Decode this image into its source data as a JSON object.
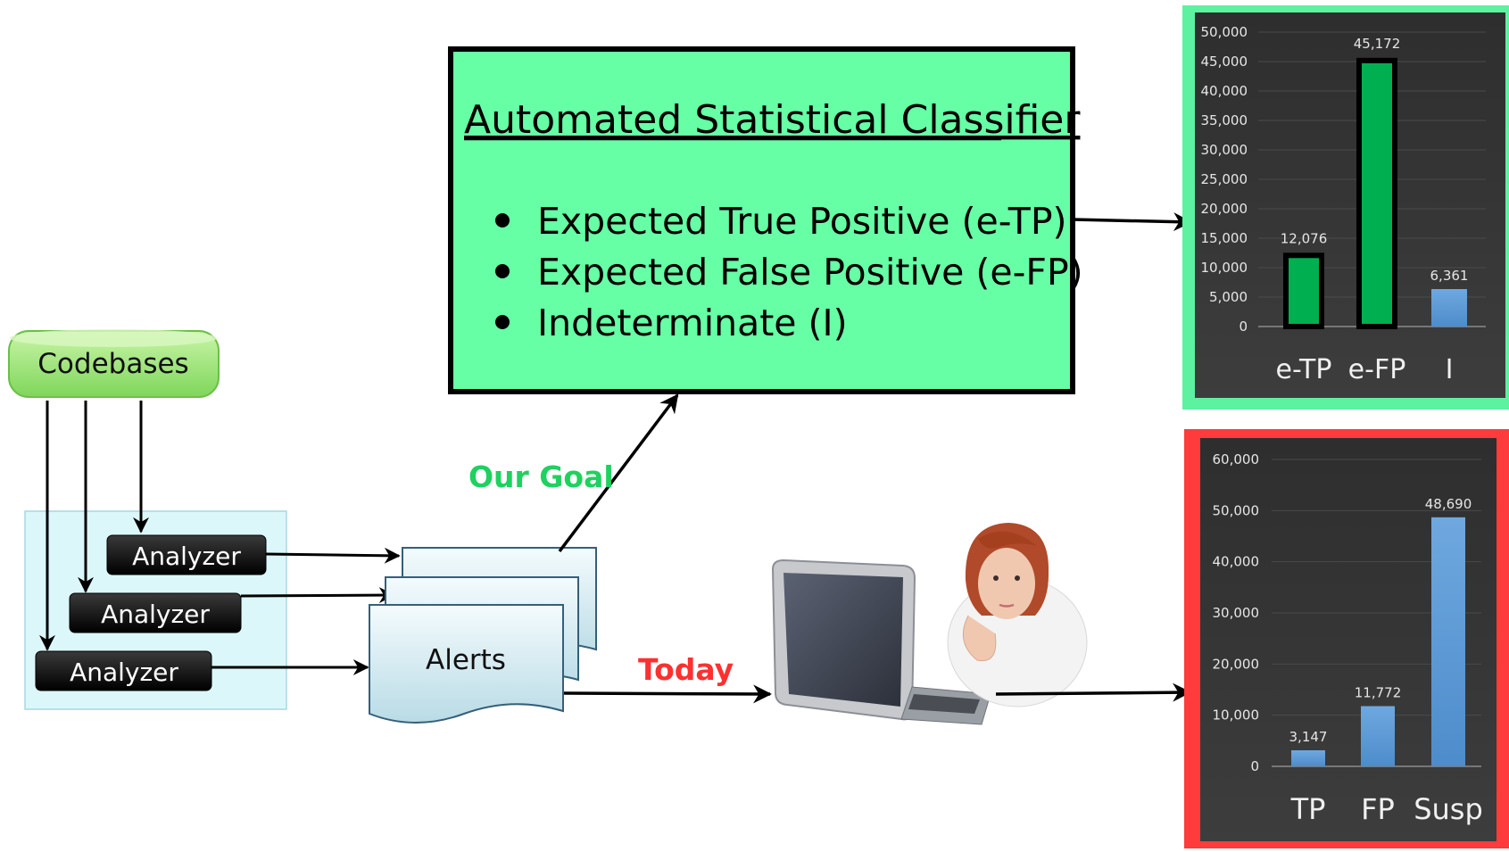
{
  "classifier": {
    "title": "Automated Statistical Classifier",
    "bullets": [
      "Expected True Positive (e-TP)",
      "Expected False Positive (e-FP)",
      "Indeterminate (I)"
    ],
    "fill_color": "#66ffa6"
  },
  "codebases_label": "Codebases",
  "analyzers": [
    "Analyzer",
    "Analyzer",
    "Analyzer"
  ],
  "alerts_label": "Alerts",
  "goal_label": "Our Goal",
  "goal_color": "#1fd15f",
  "today_label": "Today",
  "today_color": "#ff3030",
  "person_image": "woman-at-laptop",
  "chart_data": [
    {
      "type": "bar",
      "categories": [
        "e-TP",
        "e-FP",
        "I"
      ],
      "values": [
        12076,
        45172,
        6361
      ],
      "value_labels": [
        "12,076",
        "45,172",
        "6,361"
      ],
      "yticks": [
        "0",
        "5,000",
        "10,000",
        "15,000",
        "20,000",
        "25,000",
        "30,000",
        "35,000",
        "40,000",
        "45,000",
        "50,000"
      ],
      "ylim": [
        0,
        50000
      ],
      "bar_colors": [
        "#00b050",
        "#00b050",
        "#5b9bd5"
      ],
      "frame_color": "#5cf2a0",
      "grid": true
    },
    {
      "type": "bar",
      "categories": [
        "TP",
        "FP",
        "Susp"
      ],
      "values": [
        3147,
        11772,
        48690
      ],
      "value_labels": [
        "3,147",
        "11,772",
        "48,690"
      ],
      "yticks": [
        "0",
        "10,000",
        "20,000",
        "30,000",
        "40,000",
        "50,000",
        "60,000"
      ],
      "ylim": [
        0,
        60000
      ],
      "bar_colors": [
        "#5b9bd5",
        "#5b9bd5",
        "#5b9bd5"
      ],
      "frame_color": "#ff3b3b",
      "grid": true
    }
  ]
}
